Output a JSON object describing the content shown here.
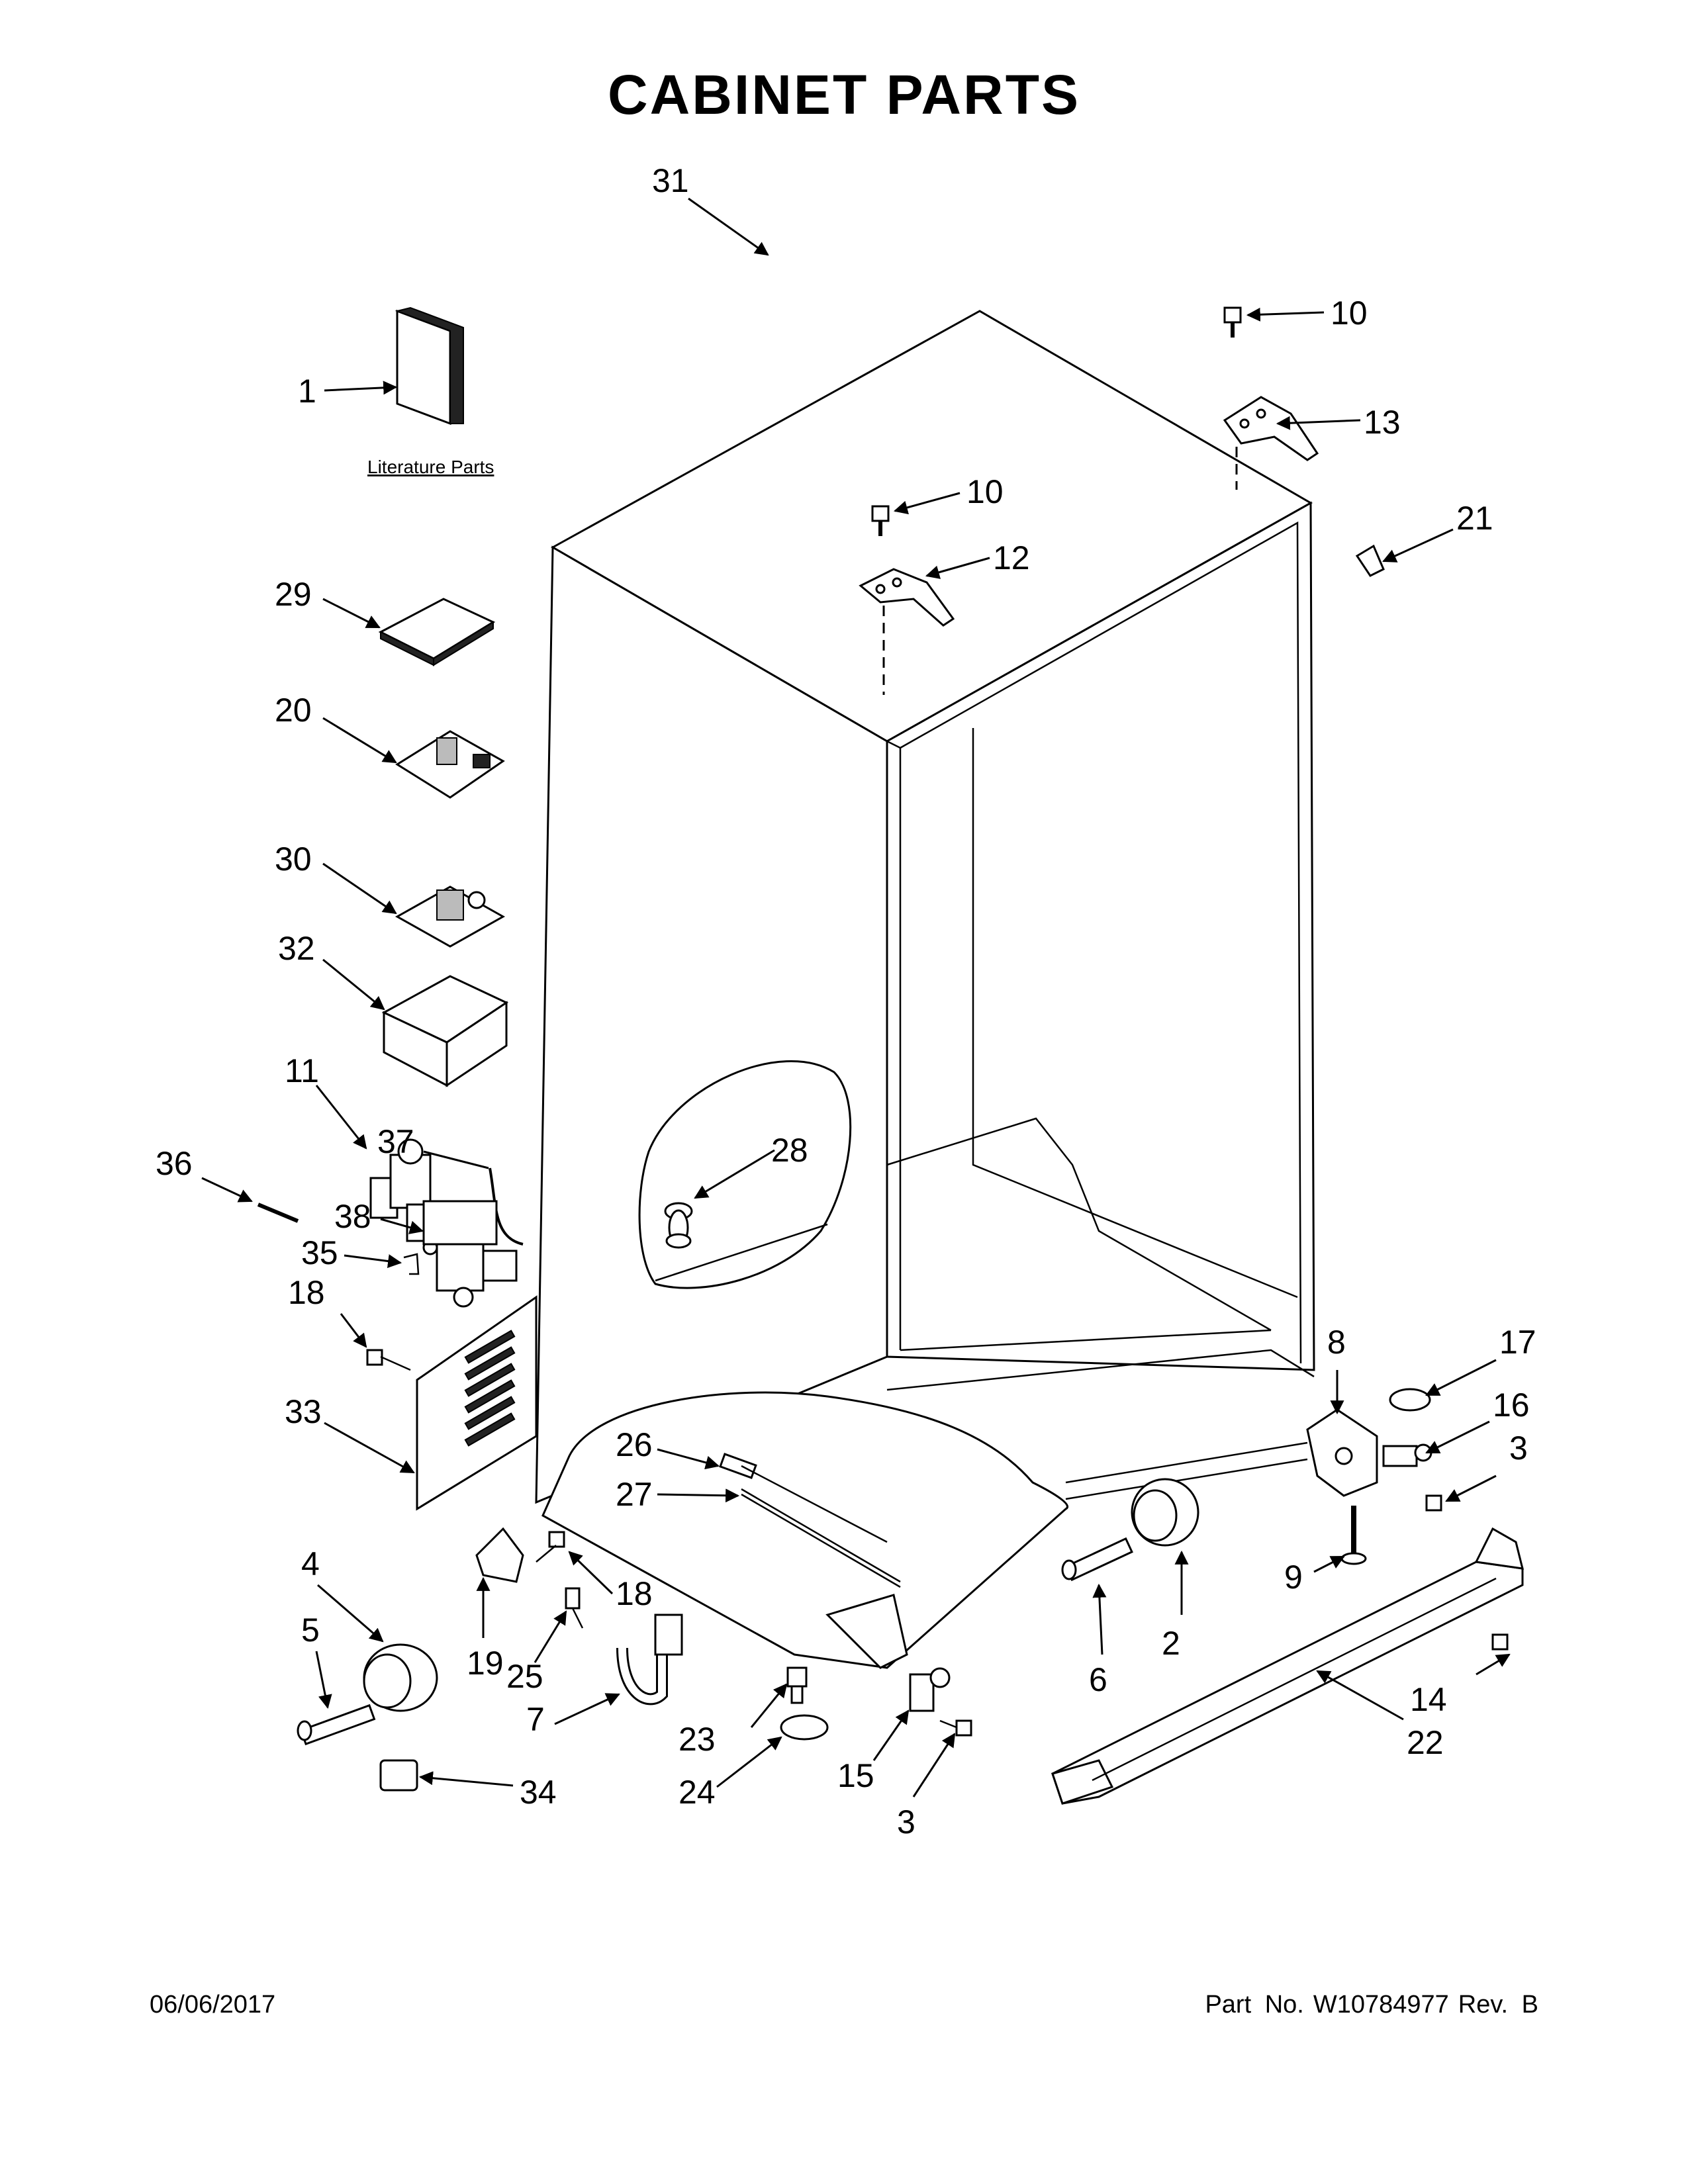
{
  "title": "CABINET PARTS",
  "literature_label": "Literature Parts",
  "footer": {
    "date": "06/06/2017",
    "part_label": "Part No.",
    "part_number": "W10784977",
    "revision": "Rev. B"
  },
  "callouts": {
    "c1": "1",
    "c2": "2",
    "c3a": "3",
    "c3b": "3",
    "c4": "4",
    "c5": "5",
    "c6": "6",
    "c7": "7",
    "c8": "8",
    "c9": "9",
    "c10a": "10",
    "c10b": "10",
    "c11": "11",
    "c12": "12",
    "c13": "13",
    "c14": "14",
    "c15": "15",
    "c16": "16",
    "c17": "17",
    "c18a": "18",
    "c18b": "18",
    "c19": "19",
    "c20": "20",
    "c21": "21",
    "c22": "22",
    "c23": "23",
    "c24": "24",
    "c25": "25",
    "c26": "26",
    "c27": "27",
    "c28": "28",
    "c29": "29",
    "c30": "30",
    "c31": "31",
    "c32": "32",
    "c33": "33",
    "c34": "34",
    "c35": "35",
    "c36": "36",
    "c37": "37",
    "c38": "38"
  }
}
